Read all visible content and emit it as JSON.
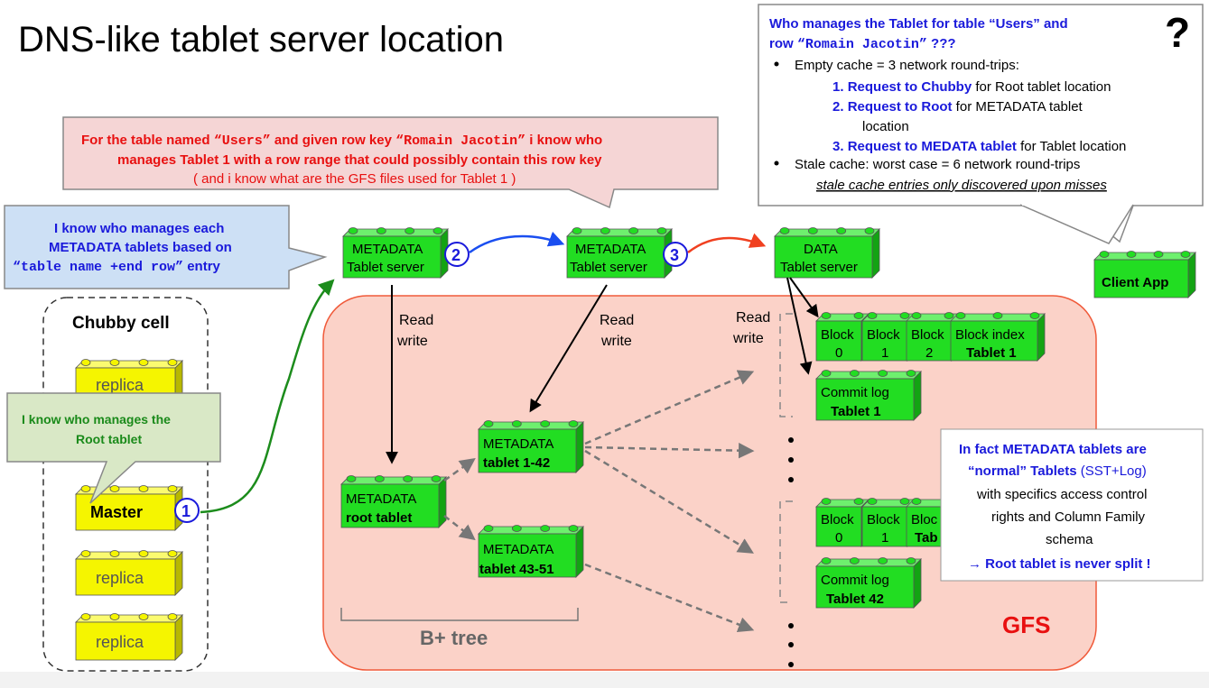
{
  "title": "DNS-like tablet server location",
  "question_box": {
    "question_mark": "?",
    "header_line1": "Who manages the Tablet for table “Users” and",
    "header_line2_pre": "row ",
    "header_line2_mono": "“Romain Jacotin”",
    "header_line2_post": " ???",
    "bullet1": "Empty cache = 3 network round-trips:",
    "steps": [
      {
        "num": "1.",
        "bold": "Request to Chubby",
        "rest": " for Root tablet location"
      },
      {
        "num": "2.",
        "bold": "Request to Root",
        "rest": " for METADATA tablet"
      },
      {
        "num": "",
        "bold": "",
        "rest": "location"
      },
      {
        "num": "3.",
        "bold": "Request to MEDATA tablet",
        "rest": " for Tablet location"
      }
    ],
    "bullet2": "Stale cache: worst case = 6 network round-trips",
    "note": "stale cache entries only discovered upon misses"
  },
  "red_callout": {
    "l1_a": "For the table named ",
    "l1_b": "“Users”",
    "l1_c": " and given row key ",
    "l1_d": "“Romain Jacotin”",
    "l1_e": " i know who",
    "l2": "manages Tablet 1 with a row range that could possibly contain this row key",
    "l3": "( and i know what are the GFS files used for Tablet 1 )"
  },
  "blue_callout": {
    "l1": "I know who manages each",
    "l2": "METADATA tablets based on",
    "l3_mono": "“table name +end row”",
    "l3_rest": " entry"
  },
  "green_callout": {
    "l1": "I know who manages the",
    "l2": "Root tablet"
  },
  "chubby": {
    "title": "Chubby cell",
    "replica1": "replica",
    "master": "Master",
    "replica2": "replica",
    "replica3": "replica"
  },
  "servers": {
    "meta1": {
      "l1": "METADATA",
      "l2": "Tablet server"
    },
    "meta2": {
      "l1": "METADATA",
      "l2": "Tablet server"
    },
    "data": {
      "l1": "DATA",
      "l2": "Tablet server"
    },
    "client": "Client App"
  },
  "badges": {
    "b1": "1",
    "b2": "2",
    "b3": "3"
  },
  "rw": {
    "read": "Read",
    "write": "write"
  },
  "root_tablet": {
    "l1": "METADATA",
    "l2": "root tablet"
  },
  "meta_1_42": {
    "l1": "METADATA",
    "l2": "tablet 1-42"
  },
  "meta_43_51": {
    "l1": "METADATA",
    "l2": "tablet 43-51"
  },
  "btree": "B+ tree",
  "gfs": "GFS",
  "tablet1_blocks": {
    "b0a": "Block",
    "b0b": "0",
    "b1a": "Block",
    "b1b": "1",
    "b2a": "Block",
    "b2b": "2",
    "idxa": "Block index",
    "idxb": "Tablet 1",
    "log_a": "Commit log",
    "log_b": "Tablet 1"
  },
  "tablet42_blocks": {
    "b0a": "Block",
    "b0b": "0",
    "b1a": "Block",
    "b1b": "1",
    "b2a": "Bloc",
    "b2b": "Tab",
    "log_a": "Commit log",
    "log_b": "Tablet 42"
  },
  "fact_box": {
    "l1": "In fact METADATA tablets are",
    "l2_a": "“normal” Tablets",
    "l2_b": " (SST+Log)",
    "l3": "with  specifics access control",
    "l4": "rights and Column Family",
    "l5": "schema",
    "l6": "→ Root tablet is never split !"
  },
  "colors": {
    "lego_green": "#22dd22",
    "lego_yellow": "#f5f500",
    "gfs_area": "#fbd2c8",
    "blue_text": "#1a1adb",
    "red_text": "#e81010",
    "green_text": "#1a8a1a",
    "green_arrow": "#1c8c1c",
    "blue_arrow": "#1a4ef0",
    "red_arrow": "#f04020"
  }
}
